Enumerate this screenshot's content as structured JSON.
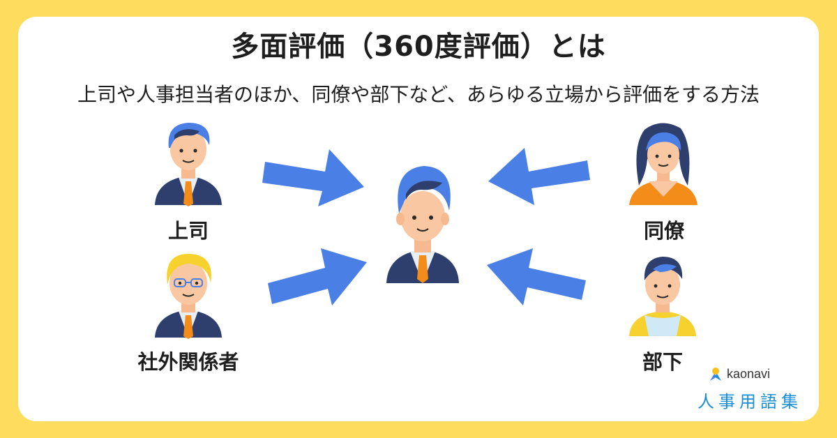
{
  "title": "多面評価（360度評価）とは",
  "subtitle": "上司や人事担当者のほか、同僚や部下など、あらゆる立場から評価をする方法",
  "roles": {
    "boss": "上司",
    "external": "社外関係者",
    "colleague": "同僚",
    "subordinate": "部下"
  },
  "brand": {
    "name": "kaonavi",
    "sub": "人事用語集"
  },
  "colors": {
    "background": "#fedd5e",
    "arrow": "#4a7fe6",
    "brand": "#1a8fd6"
  },
  "icons": [
    "boss-avatar-icon",
    "external-avatar-icon",
    "colleague-avatar-icon",
    "subordinate-avatar-icon",
    "evaluated-person-icon",
    "arrow-icon"
  ]
}
